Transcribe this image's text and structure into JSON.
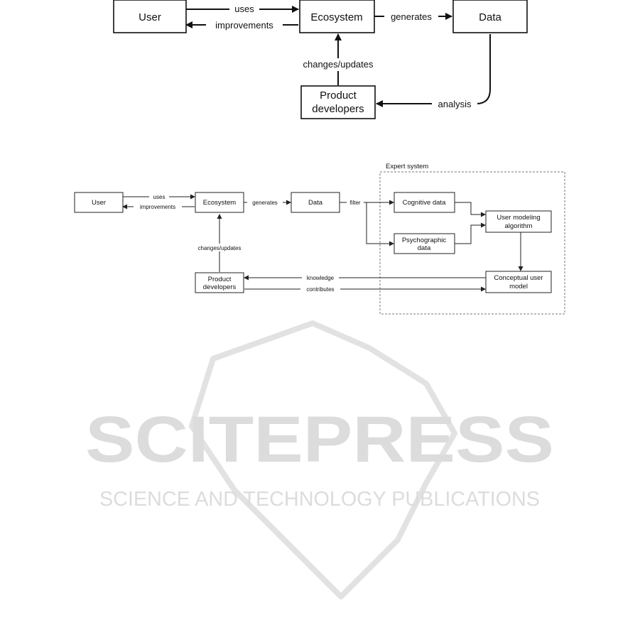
{
  "diagram_top": {
    "nodes": {
      "user": "User",
      "ecosystem": "Ecosystem",
      "data": "Data",
      "product_developers_line1": "Product",
      "product_developers_line2": "developers"
    },
    "edges": {
      "uses": "uses",
      "improvements": "improvements",
      "generates": "generates",
      "changes_updates": "changes/updates",
      "analysis": "analysis"
    }
  },
  "diagram_bottom": {
    "group_label": "Expert system",
    "nodes": {
      "user": "User",
      "ecosystem": "Ecosystem",
      "data": "Data",
      "cognitive_data": "Cognitive data",
      "psychographic_line1": "Psychographic",
      "psychographic_line2": "data",
      "user_modeling_line1": "User modeling",
      "user_modeling_line2": "algorithm",
      "conceptual_line1": "Conceptual user",
      "conceptual_line2": "model",
      "product_developers_line1": "Product",
      "product_developers_line2": "developers"
    },
    "edges": {
      "uses": "uses",
      "improvements": "improvements",
      "generates": "generates",
      "filter": "filter",
      "changes_updates": "changes/updates",
      "knowledge": "knowledge",
      "contributes": "contributes"
    }
  },
  "watermark": {
    "title": "SCITEPRESS",
    "subtitle": "SCIENCE AND TECHNOLOGY PUBLICATIONS"
  }
}
